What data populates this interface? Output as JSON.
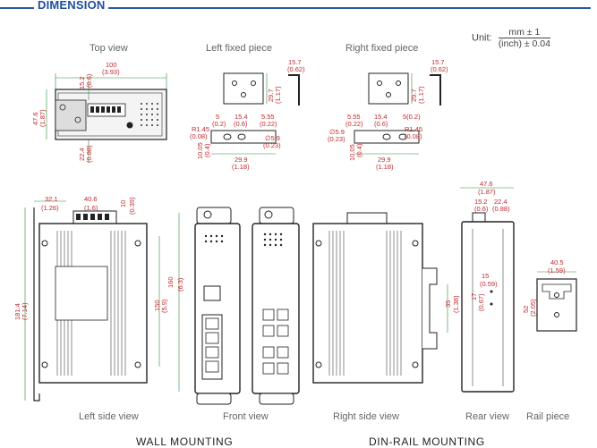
{
  "header": {
    "title": "DIMENSION"
  },
  "unit": {
    "label": "Unit:",
    "numerator": "mm ± 1",
    "denominator": "(inch) ± 0.04"
  },
  "views": {
    "top": "Top view",
    "left_fixed": "Left fixed piece",
    "right_fixed": "Right fixed piece",
    "left_side": "Left side view",
    "front": "Front view",
    "right_side": "Right side view",
    "rear": "Rear view",
    "rail": "Rail piece"
  },
  "sections": {
    "wall": "WALL MOUNTING",
    "din": "DIN-RAIL MOUNTING"
  },
  "dims": {
    "top_width": "100",
    "top_width_in": "(3.93)",
    "top_15_2": "15.2",
    "top_15_2_in": "(0.6)",
    "top_47_6": "47.6",
    "top_47_6_in": "(1.87)",
    "top_22_4": "22.4",
    "top_22_4_in": "(0.88)",
    "lf_15_7": "15.7",
    "lf_15_7_in": "(0.62)",
    "lf_29_7": "29.7",
    "lf_29_7_in": "(1.17)",
    "lf_r145": "R1.45",
    "lf_r145_in": "(0.08)",
    "lf_5": "5",
    "lf_5_in": "(0.2)",
    "lf_15_4": "15.4",
    "lf_15_4_in": "(0.6)",
    "lf_5_55": "5.55",
    "lf_5_55_in": "(0.22)",
    "lf_d59": "∅5.9",
    "lf_d59_in": "(0.23)",
    "lf_10_05": "10.05",
    "lf_10_05_in": "(0.4)",
    "lf_29_9": "29.9",
    "lf_29_9_in": "(1.18)",
    "rf_15_7": "15.7",
    "rf_15_7_in": "(0.62)",
    "rf_29_7": "29.7",
    "rf_29_7_in": "(1.17)",
    "rf_5_55": "5.55",
    "rf_5_55_in": "(0.22)",
    "rf_15_4": "15.4",
    "rf_15_4_in": "(0.6)",
    "rf_5": "5(0.2)",
    "rf_d59": "∅5.9",
    "rf_d59_in": "(0.23)",
    "rf_r145": "R1.45",
    "rf_r145_in": "(0.08)",
    "rf_10_05": "10.05",
    "rf_10_05_in": "(0.4)",
    "rf_29_9": "29.9",
    "rf_29_9_in": "(1.18)",
    "ls_32_1": "32.1",
    "ls_32_1_in": "(1.26)",
    "ls_40_6": "40.6",
    "ls_40_6_in": "(1.6)",
    "ls_10": "10",
    "ls_10_in": "(0.39)",
    "ls_181_4": "181.4",
    "ls_181_4_in": "(7.14)",
    "ls_150": "150",
    "ls_150_in": "(5.9)",
    "fv_160": "160",
    "fv_160_in": "(6.3)",
    "din_35": "35",
    "din_35_in": "(1.38)",
    "rv_47_6": "47.6",
    "rv_47_6_in": "(1.87)",
    "rv_15_2": "15.2",
    "rv_15_2_in": "(0.6)",
    "rv_22_4": "22.4",
    "rv_22_4_in": "(0.88)",
    "rv_15": "15",
    "rv_15_in": "(0.59)",
    "rv_17": "17",
    "rv_17_in": "(0.67)",
    "rail_40_5": "40.5",
    "rail_40_5_in": "(1.59)",
    "rail_52": "52",
    "rail_52_in": "(2.05)"
  },
  "colors": {
    "header": "#1f4ea0",
    "dimension": "#c0282d",
    "extension": "#2a8a3a",
    "device": "#222222"
  }
}
